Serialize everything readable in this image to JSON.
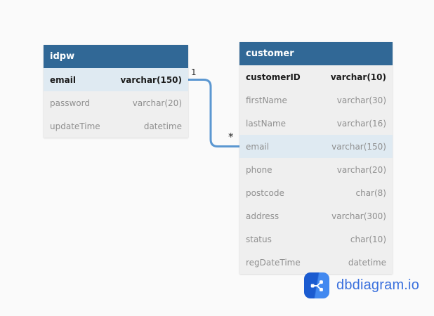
{
  "tables": [
    {
      "name": "idpw",
      "columns": [
        {
          "name": "email",
          "type": "varchar(150)"
        },
        {
          "name": "password",
          "type": "varchar(20)"
        },
        {
          "name": "updateTime",
          "type": "datetime"
        }
      ]
    },
    {
      "name": "customer",
      "columns": [
        {
          "name": "customerID",
          "type": "varchar(10)"
        },
        {
          "name": "firstName",
          "type": "varchar(30)"
        },
        {
          "name": "lastName",
          "type": "varchar(16)"
        },
        {
          "name": "email",
          "type": "varchar(150)"
        },
        {
          "name": "phone",
          "type": "varchar(20)"
        },
        {
          "name": "postcode",
          "type": "char(8)"
        },
        {
          "name": "address",
          "type": "varchar(300)"
        },
        {
          "name": "status",
          "type": "char(10)"
        },
        {
          "name": "regDateTime",
          "type": "datetime"
        }
      ]
    }
  ],
  "relationship": {
    "from": "idpw.email",
    "to": "customer.email",
    "from_cardinality": "1",
    "to_cardinality": "*"
  },
  "branding": {
    "logo_text": "dbdiagram.io",
    "logo_icon": "share-nodes-icon"
  },
  "colors": {
    "canvas_bg": "#fafafa",
    "header_bg": "#316896",
    "row_bg": "#efefef",
    "highlight_bg": "#dfeaf2",
    "row_text": "#8f8f8f",
    "bold_text": "#1b1b1b",
    "line_color": "#5b97d1",
    "logo_dark_blue": "#1b5bd0",
    "logo_light_blue": "#4289f0",
    "logo_text_color": "#3a70dd"
  }
}
